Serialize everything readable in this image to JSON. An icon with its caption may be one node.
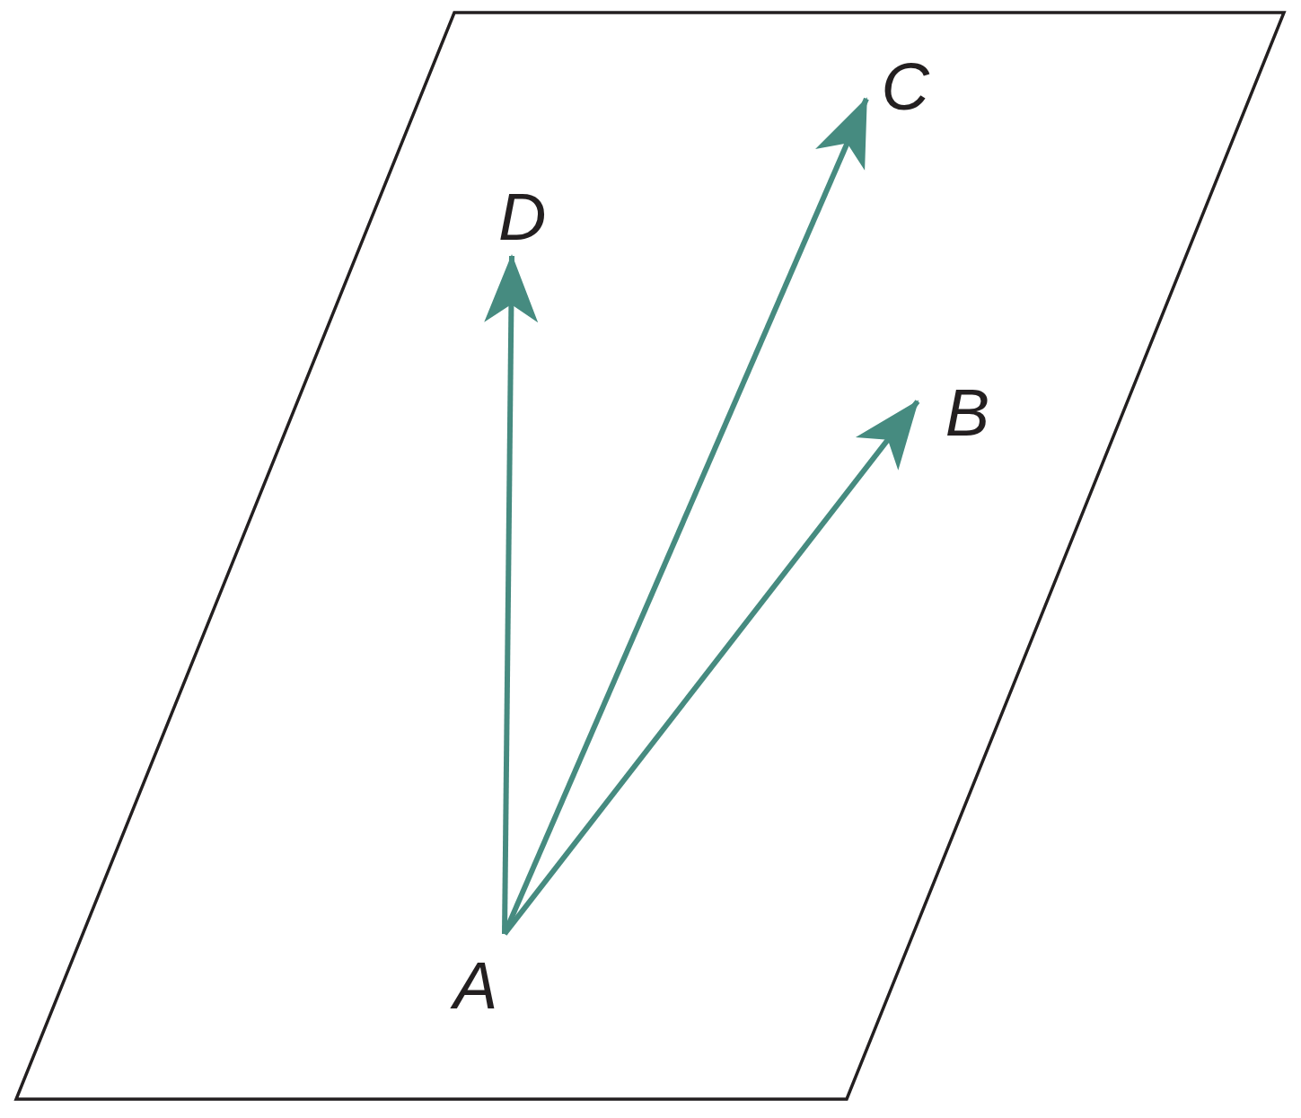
{
  "diagram": {
    "nodes": [
      {
        "text": [
          "C"
        ]
      },
      {
        "text": [
          "D"
        ]
      },
      {
        "text": [
          "B"
        ]
      },
      {
        "text": [
          "A"
        ]
      }
    ],
    "edges": [
      {
        "from": 3,
        "to": 2,
        "arrow": "to"
      },
      {
        "from": 3,
        "to": 0,
        "arrow": "to"
      },
      {
        "from": 3,
        "to": 1,
        "arrow": "to"
      }
    ]
  }
}
